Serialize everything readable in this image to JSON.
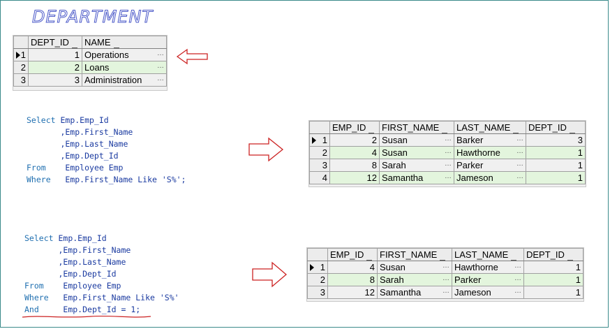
{
  "title": "DEPARTMENT",
  "department": {
    "columns": [
      "DEPT_ID",
      "NAME"
    ],
    "rows": [
      {
        "row": "1",
        "dept_id": "1",
        "name": "Operations"
      },
      {
        "row": "2",
        "dept_id": "2",
        "name": "Loans"
      },
      {
        "row": "3",
        "dept_id": "3",
        "name": "Administration"
      }
    ]
  },
  "query1": {
    "lines": [
      {
        "k": "Select",
        "t": " Emp.Emp_Id"
      },
      {
        "k": "",
        "t": "       ,Emp.First_Name"
      },
      {
        "k": "",
        "t": "       ,Emp.Last_Name"
      },
      {
        "k": "",
        "t": "       ,Emp.Dept_Id"
      },
      {
        "k": "From",
        "t": "    Employee Emp"
      },
      {
        "k": "Where",
        "t": "   Emp.First_Name Like 'S%';"
      }
    ]
  },
  "result1": {
    "columns": [
      "EMP_ID",
      "FIRST_NAME",
      "LAST_NAME",
      "DEPT_ID"
    ],
    "rows": [
      {
        "row": "1",
        "emp_id": "2",
        "first": "Susan",
        "last": "Barker",
        "dept": "3"
      },
      {
        "row": "2",
        "emp_id": "4",
        "first": "Susan",
        "last": "Hawthorne",
        "dept": "1"
      },
      {
        "row": "3",
        "emp_id": "8",
        "first": "Sarah",
        "last": "Parker",
        "dept": "1"
      },
      {
        "row": "4",
        "emp_id": "12",
        "first": "Samantha",
        "last": "Jameson",
        "dept": "1"
      }
    ]
  },
  "query2": {
    "lines": [
      {
        "k": "Select",
        "t": " Emp.Emp_Id"
      },
      {
        "k": "",
        "t": "       ,Emp.First_Name"
      },
      {
        "k": "",
        "t": "       ,Emp.Last_Name"
      },
      {
        "k": "",
        "t": "       ,Emp.Dept_Id"
      },
      {
        "k": "From",
        "t": "    Employee Emp"
      },
      {
        "k": "Where",
        "t": "   Emp.First_Name Like 'S%'"
      },
      {
        "k": "And",
        "t": "     Emp.Dept_Id = 1;"
      }
    ]
  },
  "result2": {
    "columns": [
      "EMP_ID",
      "FIRST_NAME",
      "LAST_NAME",
      "DEPT_ID"
    ],
    "rows": [
      {
        "row": "1",
        "emp_id": "4",
        "first": "Susan",
        "last": "Hawthorne",
        "dept": "1"
      },
      {
        "row": "2",
        "emp_id": "8",
        "first": "Sarah",
        "last": "Parker",
        "dept": "1"
      },
      {
        "row": "3",
        "emp_id": "12",
        "first": "Samantha",
        "last": "Jameson",
        "dept": "1"
      }
    ]
  },
  "colors": {
    "arrow": "#cc2222",
    "alt_row": "#e3f5dd",
    "keyword": "#1f6fb0"
  }
}
